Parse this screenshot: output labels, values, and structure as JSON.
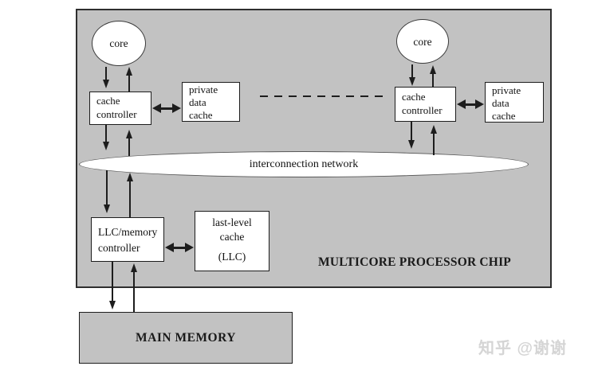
{
  "chip": {
    "title": "MULTICORE PROCESSOR CHIP",
    "core_left": "core",
    "core_right": "core",
    "cache_controller_left": "cache\ncontroller",
    "cache_controller_right": "cache\ncontroller",
    "private_cache_left": "private\ndata\ncache",
    "private_cache_right": "private\ndata\ncache",
    "interconnect": "interconnection network",
    "llc_controller": "LLC/memory\ncontroller",
    "llc_cache_title": "last-level\ncache",
    "llc_cache_abbrev": "(LLC)"
  },
  "main_memory": {
    "label": "MAIN MEMORY"
  },
  "watermark": {
    "text": "知乎 @谢谢"
  },
  "colors": {
    "chip_bg": "#c2c2c2",
    "memory_bg": "#c2c2c2",
    "node_bg": "#ffffff",
    "line": "#1d1d1d",
    "watermark": "#d5d5d5",
    "page_bg": "#ffffff"
  }
}
